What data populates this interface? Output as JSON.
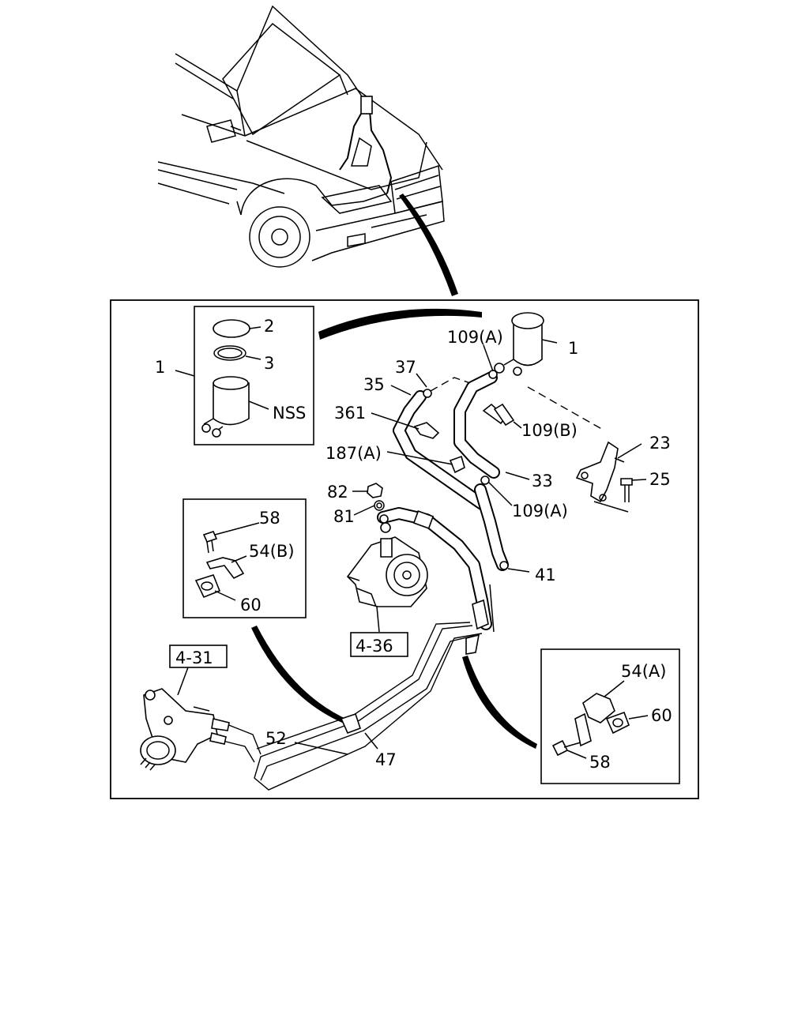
{
  "labels": {
    "l1_box": "1",
    "l1_main": "1",
    "l2": "2",
    "l3": "3",
    "lnss": "NSS",
    "l109a_top": "109(A)",
    "l37": "37",
    "l35": "35",
    "l361": "361",
    "l109b": "109(B)",
    "l23": "23",
    "l187a": "187(A)",
    "l33": "33",
    "l25": "25",
    "l82": "82",
    "l81": "81",
    "l109a_bot": "109(A)",
    "l58_left": "58",
    "l54b": "54(B)",
    "l60_left": "60",
    "l41": "41",
    "l436": "4-36",
    "l431": "4-31",
    "l52": "52",
    "l47": "47",
    "l54a": "54(A)",
    "l60_right": "60",
    "l58_right": "58"
  }
}
